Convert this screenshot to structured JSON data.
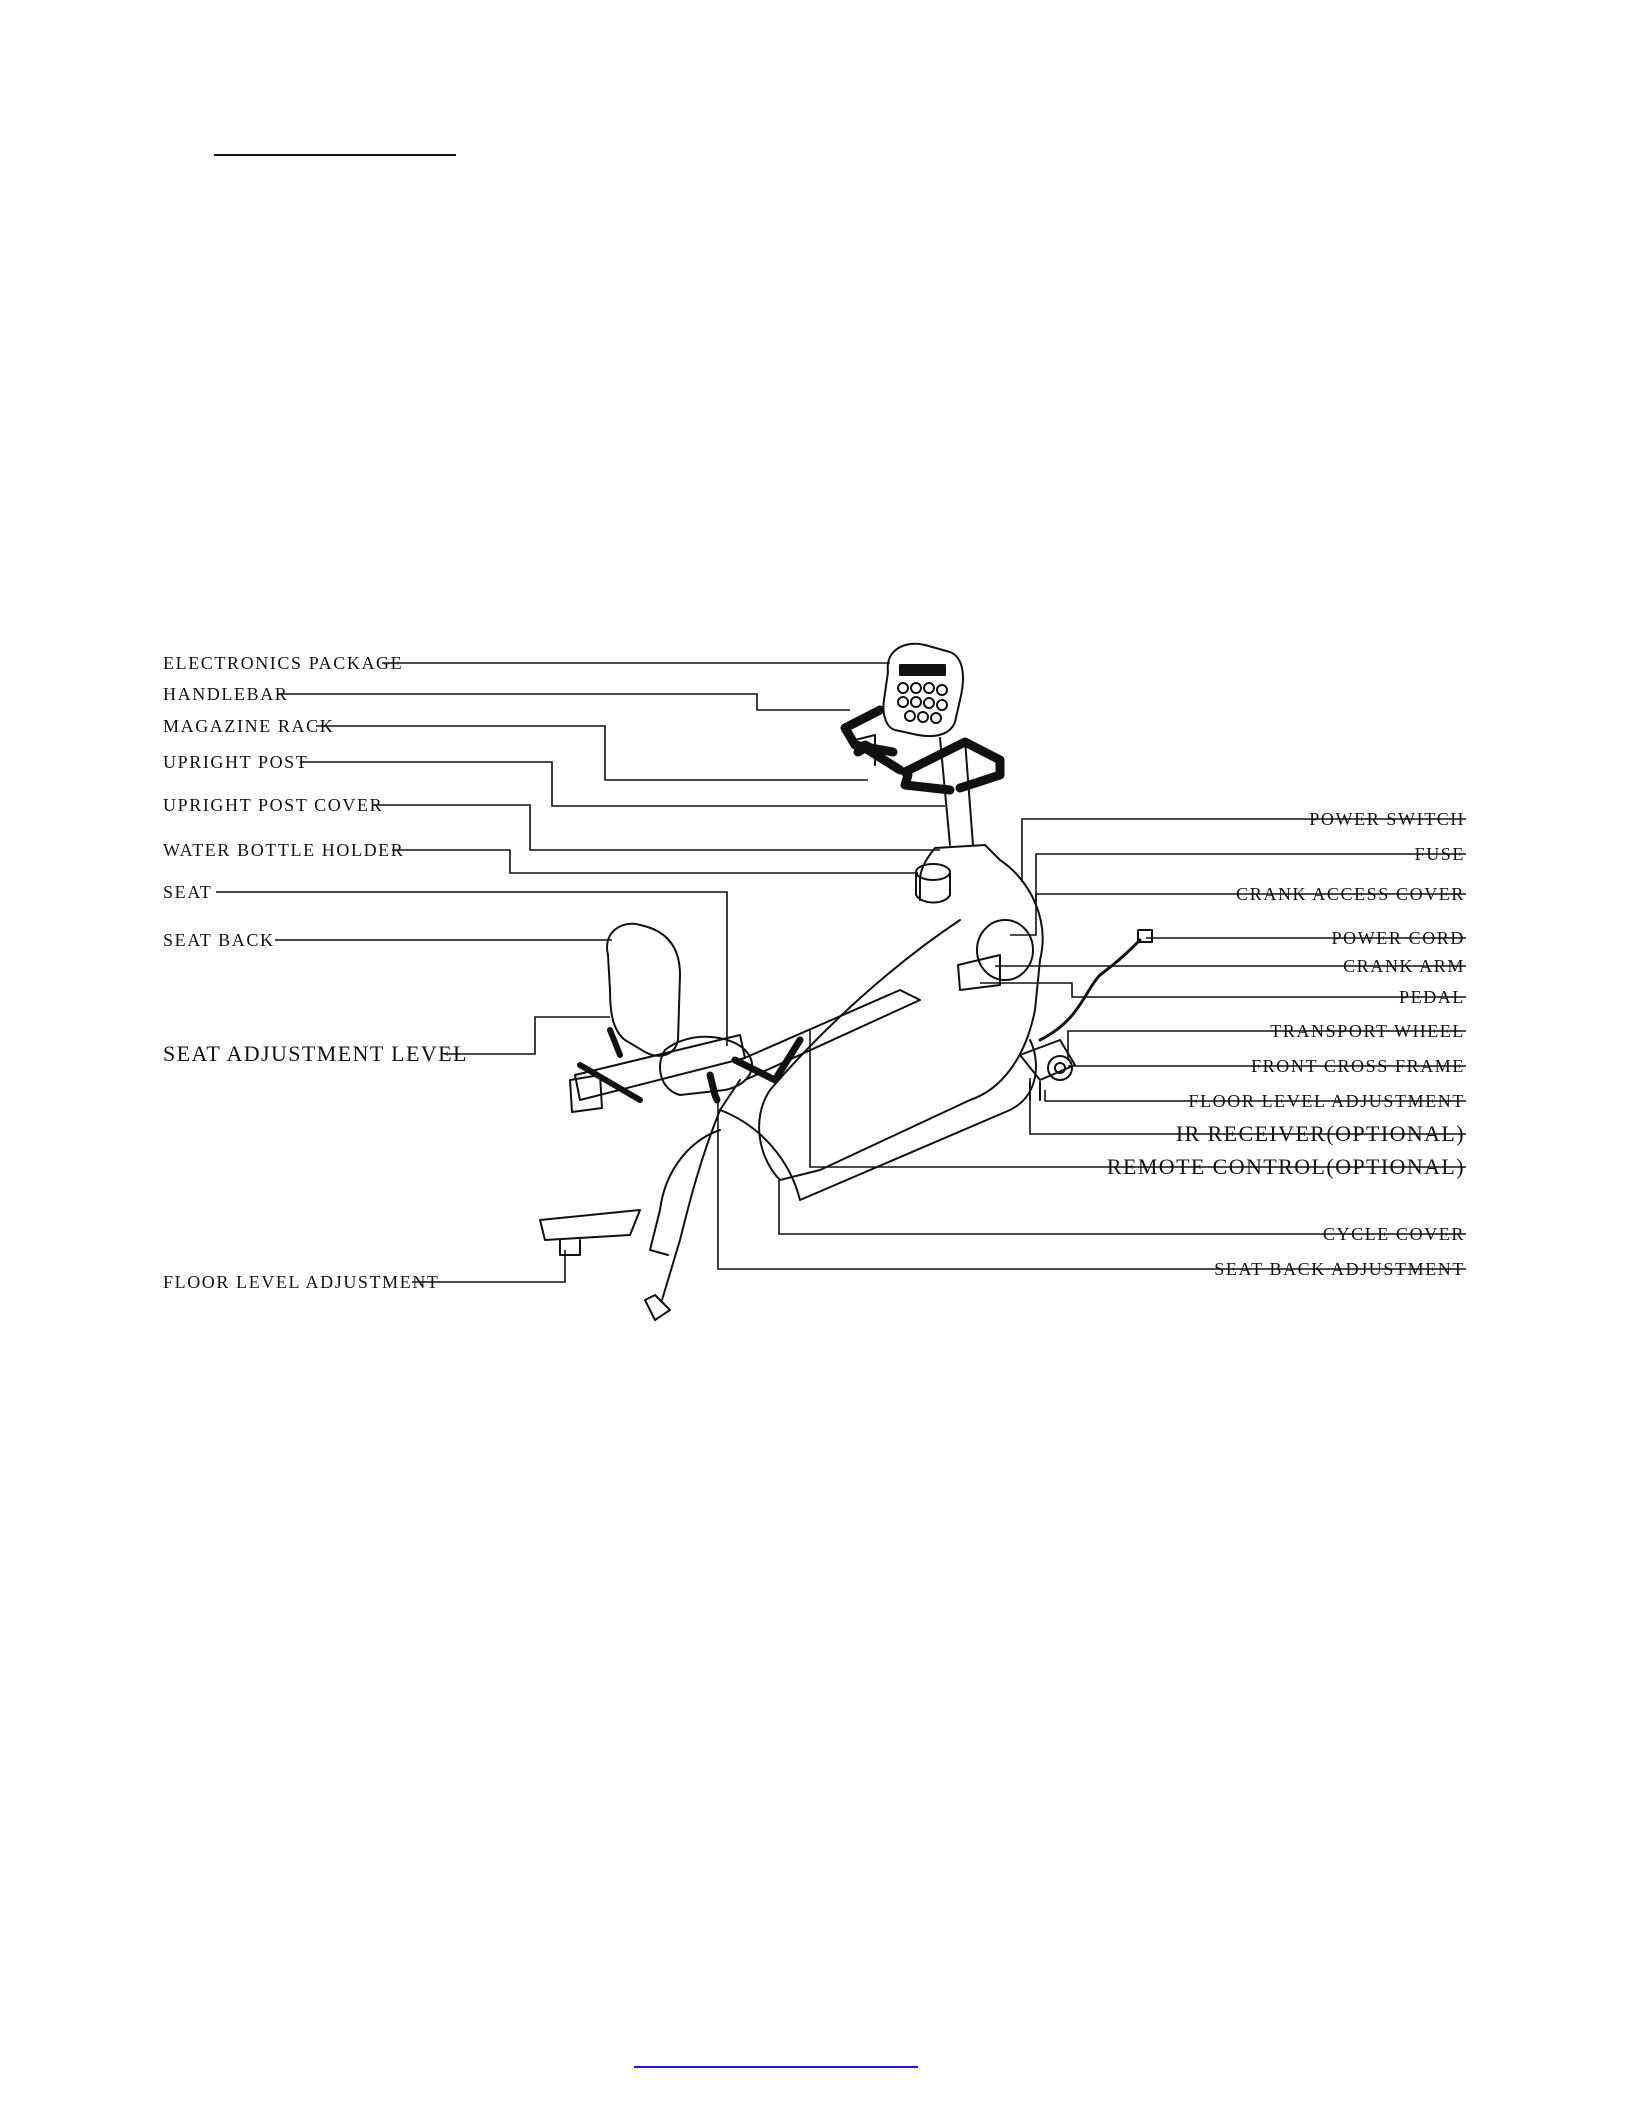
{
  "labels": {
    "electronics_package": "ELECTRONICS PACKAGE",
    "handlebar": "HANDLEBAR",
    "magazine_rack": "MAGAZINE RACK",
    "upright_post": "UPRIGHT POST",
    "upright_post_cover": "UPRIGHT POST COVER",
    "water_bottle_holder": "WATER BOTTLE HOLDER",
    "seat": "SEAT",
    "seat_back": "SEAT BACK",
    "seat_adjustment_level": "SEAT ADJUSTMENT LEVEL",
    "floor_level_adjustment_left": "FLOOR LEVEL ADJUSTMENT",
    "power_switch": "POWER SWITCH",
    "fuse": "FUSE",
    "crank_access_cover": "CRANK ACCESS COVER",
    "power_cord": "POWER CORD",
    "crank_arm": "CRANK ARM",
    "pedal": "PEDAL",
    "transport_wheel": "TRANSPORT WHEEL",
    "front_cross_frame": "FRONT CROSS FRAME",
    "floor_level_adjustment_right": "FLOOR LEVEL ADJUSTMENT",
    "ir_receiver": "IR RECEIVER(OPTIONAL)",
    "remote_control": "REMOTE CONTROL(OPTIONAL)",
    "cycle_cover": "CYCLE COVER",
    "seat_back_adjustment": "SEAT BACK ADJUSTMENT"
  },
  "colors": {
    "ink": "#111111",
    "link_rule": "#1a1aff"
  }
}
